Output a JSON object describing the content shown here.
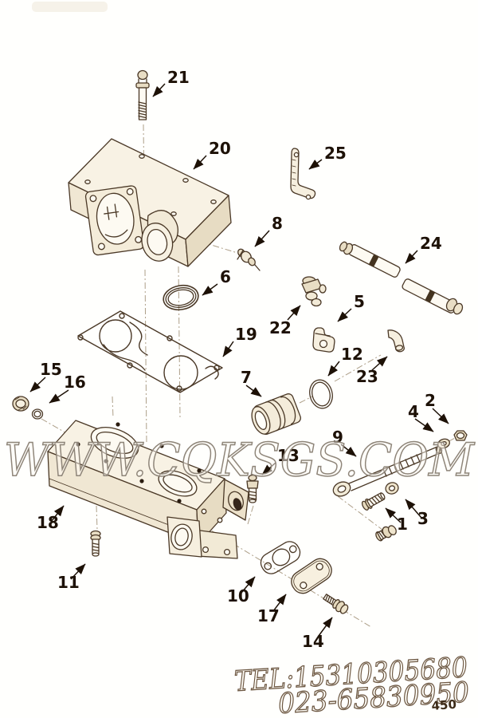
{
  "page": {
    "type": "exploded-parts-diagram",
    "background_color": "#fffffd",
    "line_color": "#4a3826",
    "label_color": "#1d1106"
  },
  "callouts": [
    "1",
    "2",
    "3",
    "4",
    "5",
    "6",
    "7",
    "8",
    "9",
    "10",
    "11",
    "12",
    "13",
    "14",
    "15",
    "16",
    "17",
    "18",
    "19",
    "20",
    "21",
    "22",
    "23",
    "24",
    "25"
  ],
  "watermark": {
    "text": "WWW.CQKSGS.COM",
    "color": "#8e8579"
  },
  "footer": {
    "tel_line": "TEL:15310305680",
    "phone_line": "023-65830950",
    "page_number": "450",
    "outline_color": "#6d5843"
  }
}
